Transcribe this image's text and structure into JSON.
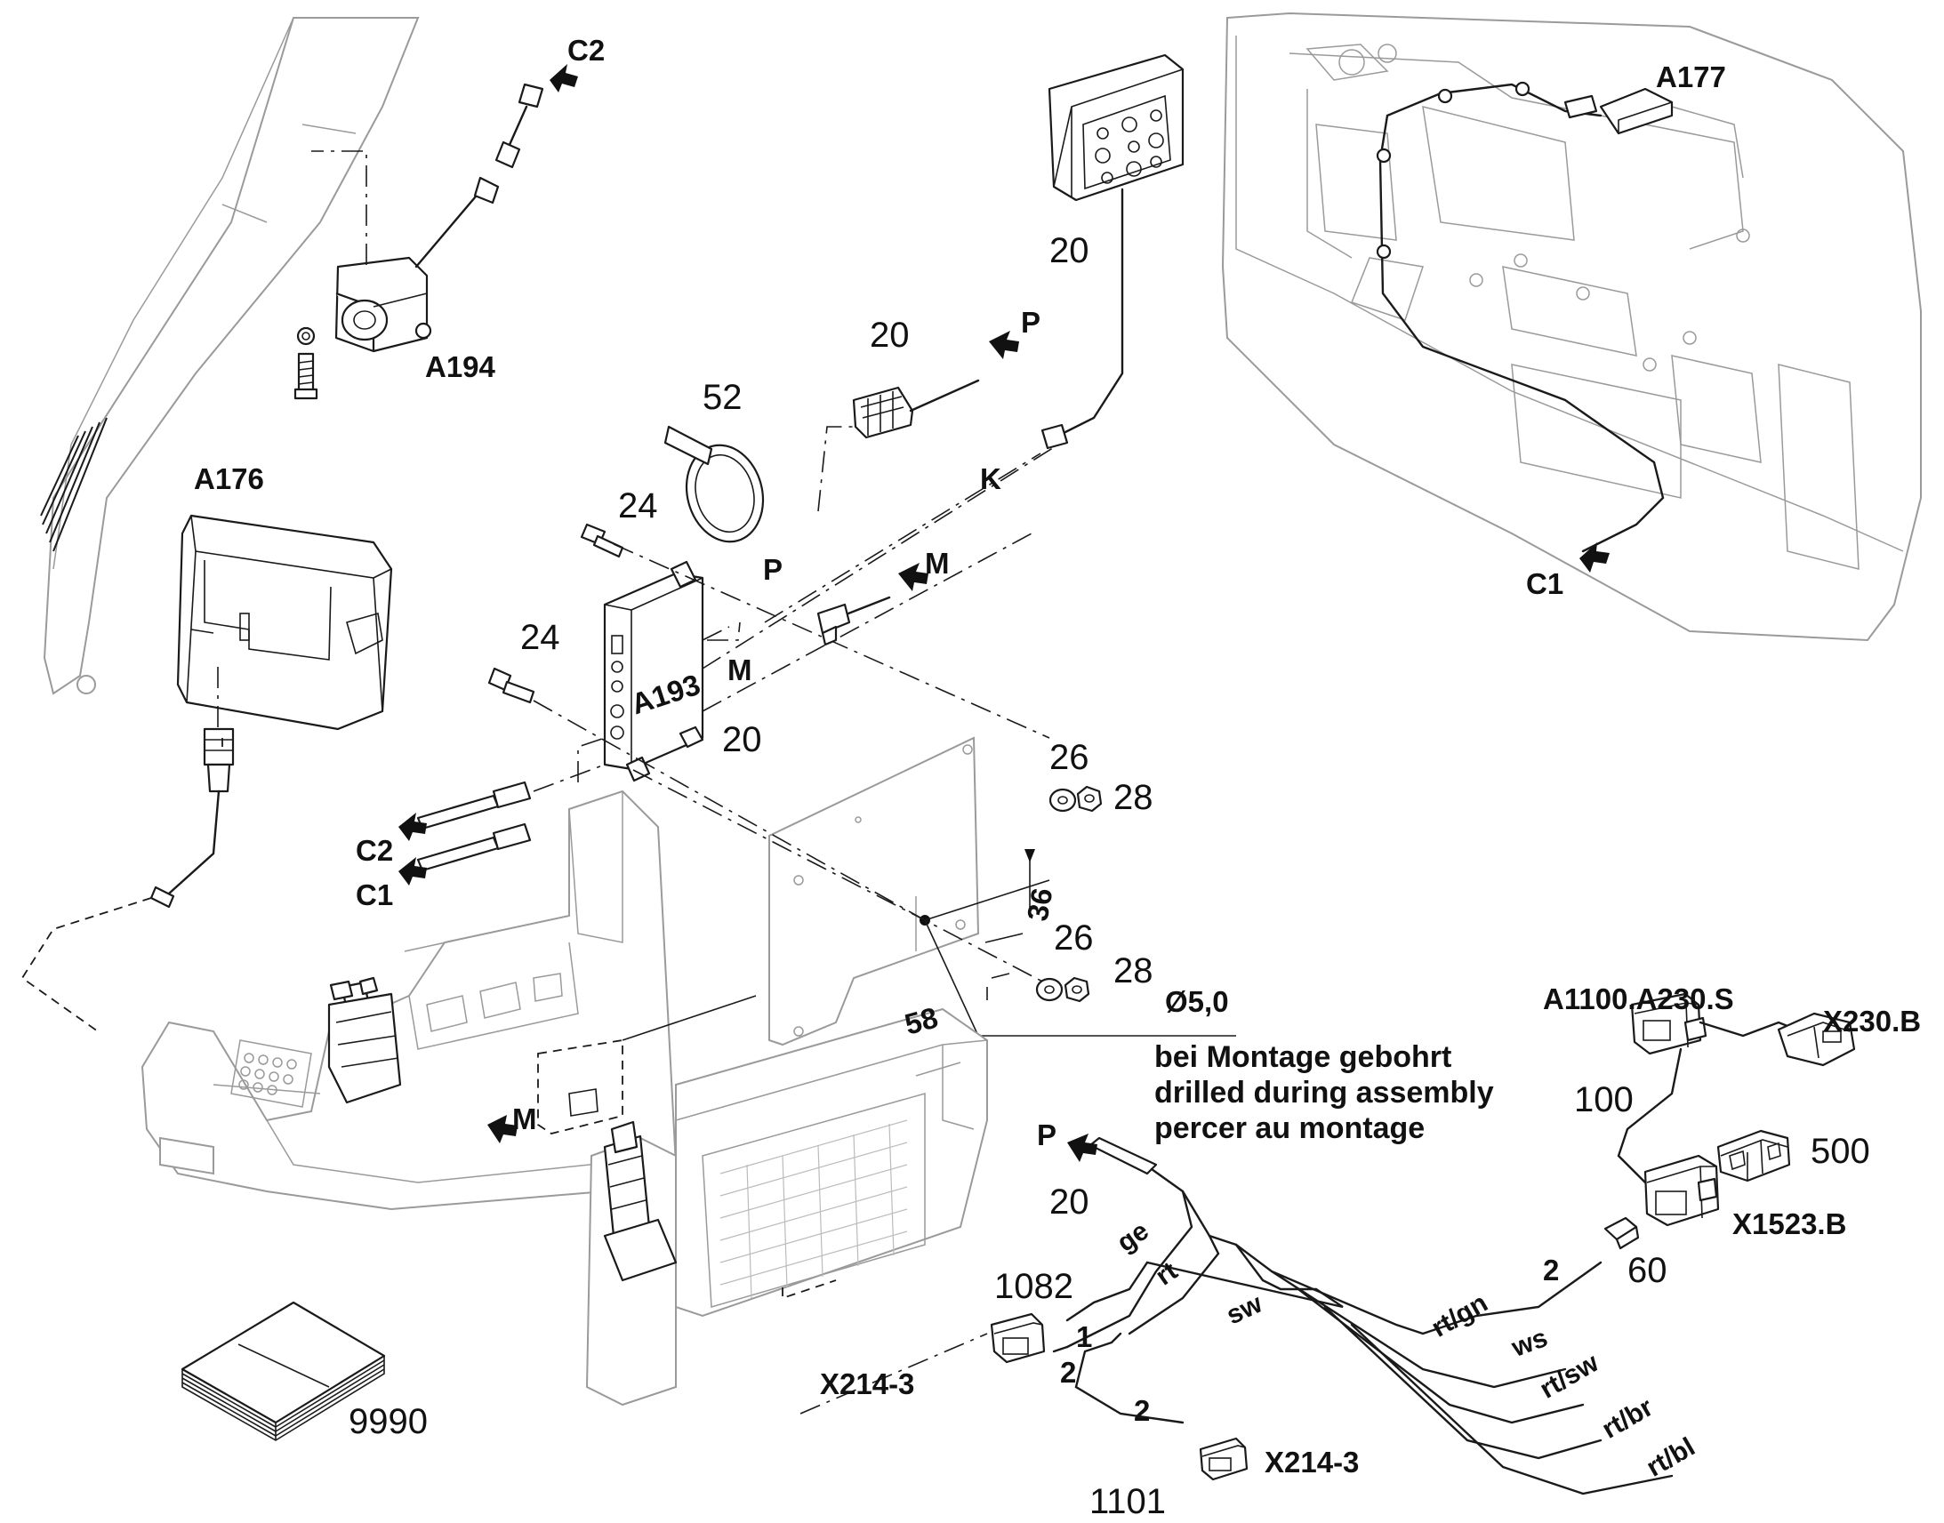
{
  "part_numbers": {
    "p20_sensor": "20",
    "p20_plug": "20",
    "p20_box": "20",
    "p20_harness": "20",
    "p52": "52",
    "p24_top": "24",
    "p24_left": "24",
    "p26_top": "26",
    "p26_bottom": "26",
    "p28_top": "28",
    "p28_bottom": "28",
    "p100": "100",
    "p500": "500",
    "p60": "60",
    "p1082": "1082",
    "p1101": "1101",
    "p9990": "9990"
  },
  "component_codes": {
    "a194": "A194",
    "a176": "A176",
    "a193": "A193",
    "a177": "A177",
    "a1100": "A1100.A230.S",
    "x230b": "X230.B",
    "x1523b": "X1523.B",
    "x214_upper": "X214-3",
    "x214_lower": "X214-3"
  },
  "connection_letters": {
    "c2_top": "C2",
    "c1_right": "C1",
    "p_top": "P",
    "p_dash": "P",
    "k_dash": "K",
    "m_arrow": "M",
    "m_dash": "M",
    "c2_left": "C2",
    "c1_left": "C1",
    "m_console": "M",
    "p_harness": "P"
  },
  "dimensions": {
    "d36": "36",
    "d58": "58",
    "hole": "Ø5,0"
  },
  "drilling_note": {
    "de": "bei Montage gebohrt",
    "en": "drilled during assembly",
    "fr": "percer au montage"
  },
  "wires": {
    "ge": "ge",
    "rt": "rt",
    "sw": "sw",
    "rt_gn": "rt/gn",
    "ws": "ws",
    "rt_sw": "rt/sw",
    "rt_br": "rt/br",
    "rt_bl": "rt/bl"
  },
  "pins": {
    "pin1": "1",
    "pin2_upper": "2",
    "pin2_lower": "2",
    "pin2_right": "2"
  }
}
